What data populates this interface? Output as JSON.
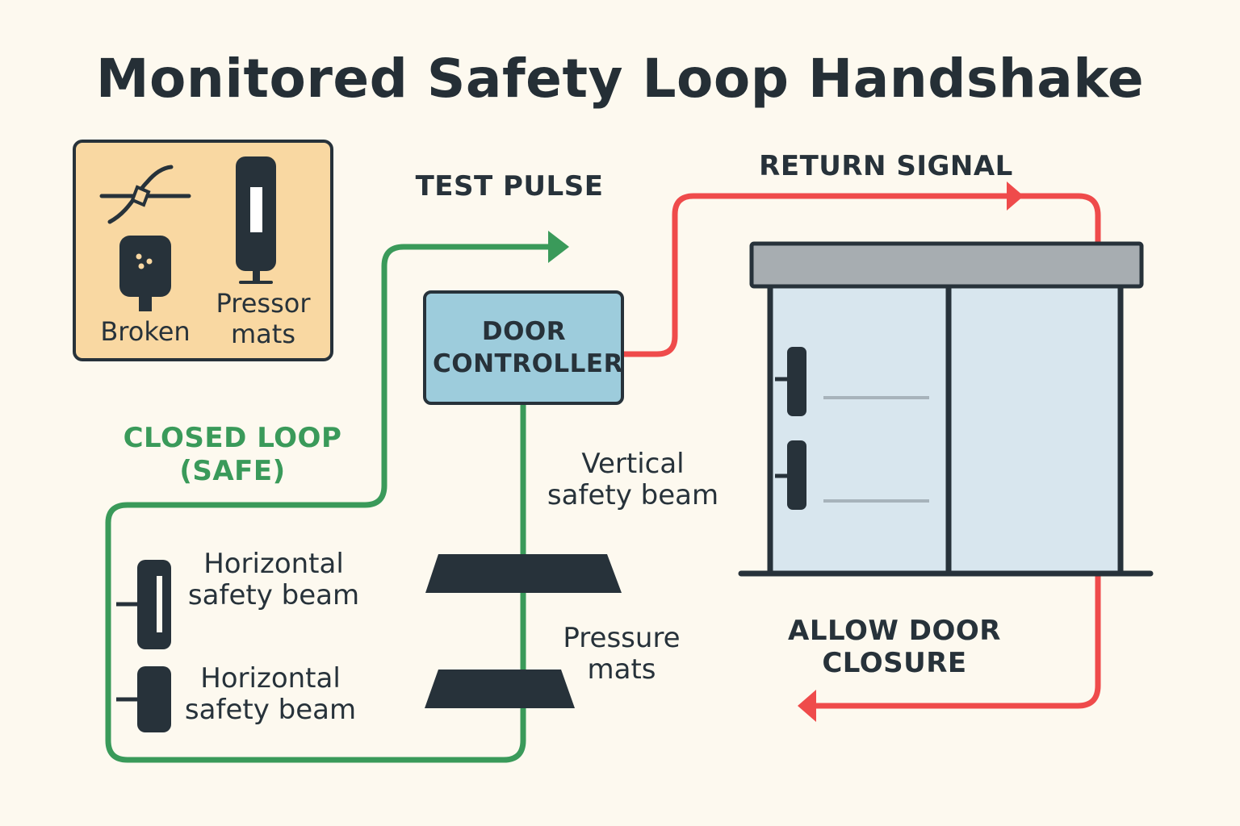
{
  "title": "Monitored Safety Loop Handshake",
  "legend": {
    "items": [
      {
        "label": "Broken",
        "icon": "broken-beam-icon"
      },
      {
        "label": "Pressor mats",
        "icon": "pressure-sensor-icon"
      }
    ]
  },
  "labels": {
    "test_pulse": "TEST PULSE",
    "return_signal": "RETURN SIGNAL",
    "controller": "DOOR CONTROLLER",
    "closed_loop": "CLOSED LOOP (SAFE)",
    "vertical_beam": "Vertical safety beam",
    "horizontal_beam_1": "Horizontal safety beam",
    "horizontal_beam_2": "Horizontal safety beam",
    "pressure_mats": "Pressure mats",
    "allow_closure": "ALLOW DOOR CLOSURE"
  },
  "colors": {
    "loop_green": "#3a9a5a",
    "return_red": "#ef4b4b",
    "controller_fill": "#9dccdc",
    "legend_fill": "#f9d8a2",
    "door_glass": "#d8e6ee",
    "ink": "#27323a",
    "background": "#fdf9ef"
  }
}
